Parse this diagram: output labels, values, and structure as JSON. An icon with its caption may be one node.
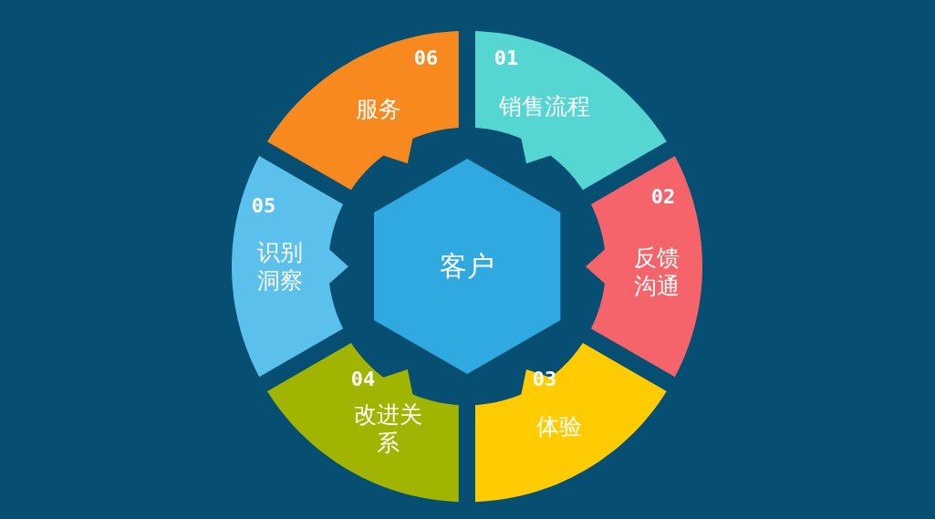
{
  "diagram": {
    "nodes": [
      {
        "text": [
          "01",
          "销售流程"
        ]
      },
      {
        "text": [
          "02",
          "反馈沟通"
        ]
      },
      {
        "text": [
          "03",
          "体验"
        ]
      },
      {
        "text": [
          "04",
          "改进关系"
        ]
      },
      {
        "text": [
          "05",
          "识别洞察"
        ]
      },
      {
        "text": [
          "06",
          "服务"
        ]
      },
      {
        "text": [
          "客户"
        ]
      }
    ]
  }
}
